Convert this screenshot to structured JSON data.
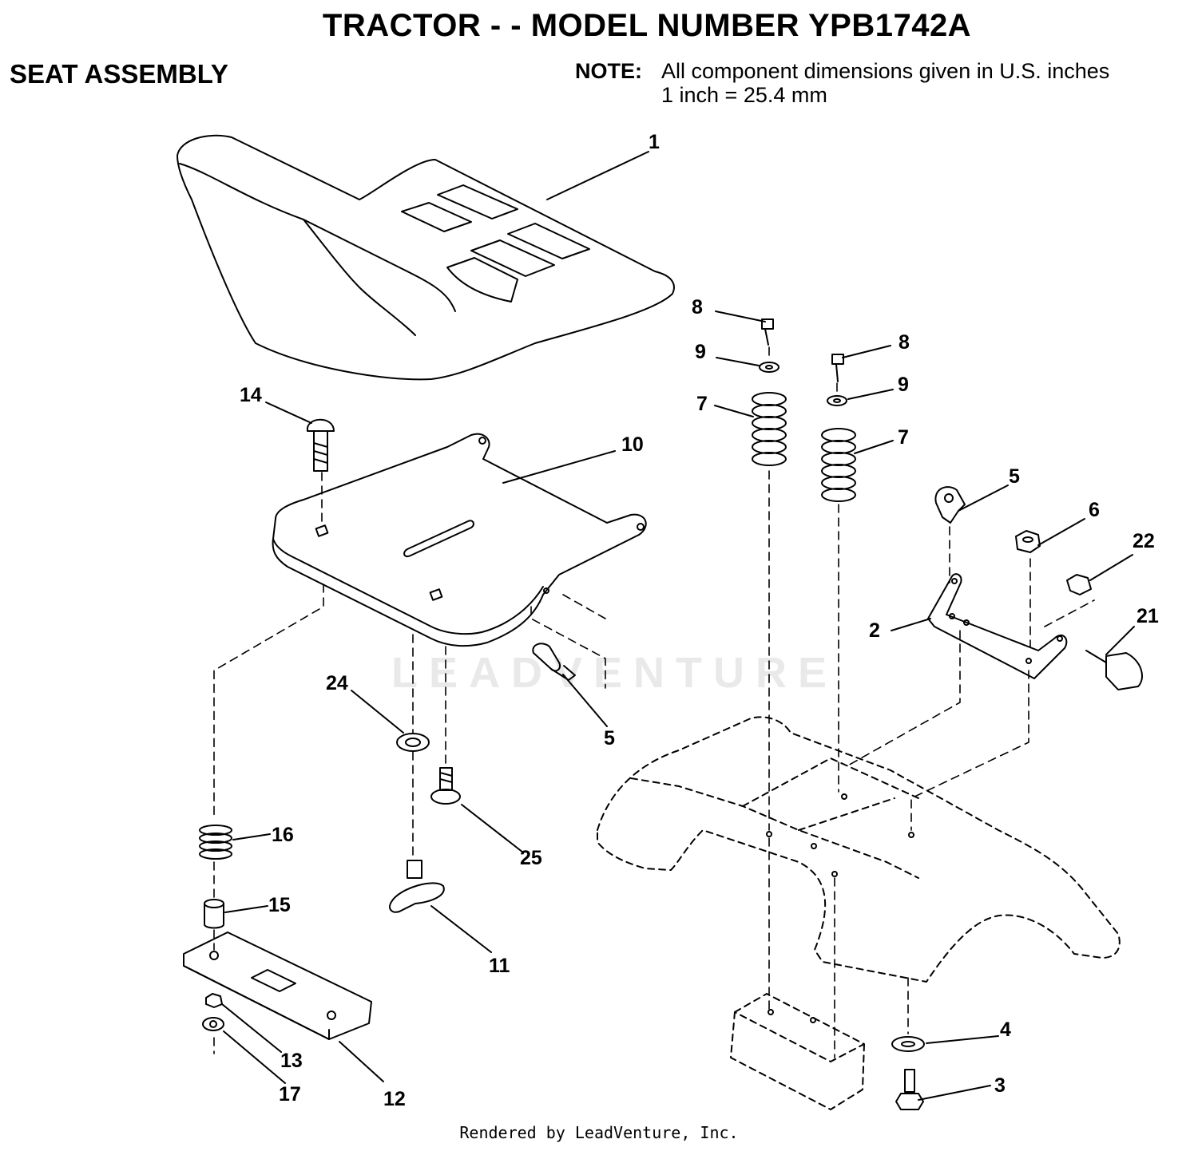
{
  "header": {
    "title": "TRACTOR - - MODEL NUMBER YPB1742A",
    "subtitle": "SEAT ASSEMBLY",
    "note_label": "NOTE:",
    "note_line1": "All component dimensions given in U.S. inches",
    "note_line2": "1 inch = 25.4 mm"
  },
  "watermark": "LEADVENTURE",
  "footer": "Rendered by LeadVenture, Inc.",
  "callouts": {
    "c1": "1",
    "c2": "2",
    "c3": "3",
    "c4": "4",
    "c5a": "5",
    "c5b": "5",
    "c6": "6",
    "c7a": "7",
    "c7b": "7",
    "c8a": "8",
    "c8b": "8",
    "c9a": "9",
    "c9b": "9",
    "c10": "10",
    "c11": "11",
    "c12": "12",
    "c13": "13",
    "c14": "14",
    "c15": "15",
    "c16": "16",
    "c17": "17",
    "c21": "21",
    "c22": "22",
    "c24": "24",
    "c25": "25"
  }
}
